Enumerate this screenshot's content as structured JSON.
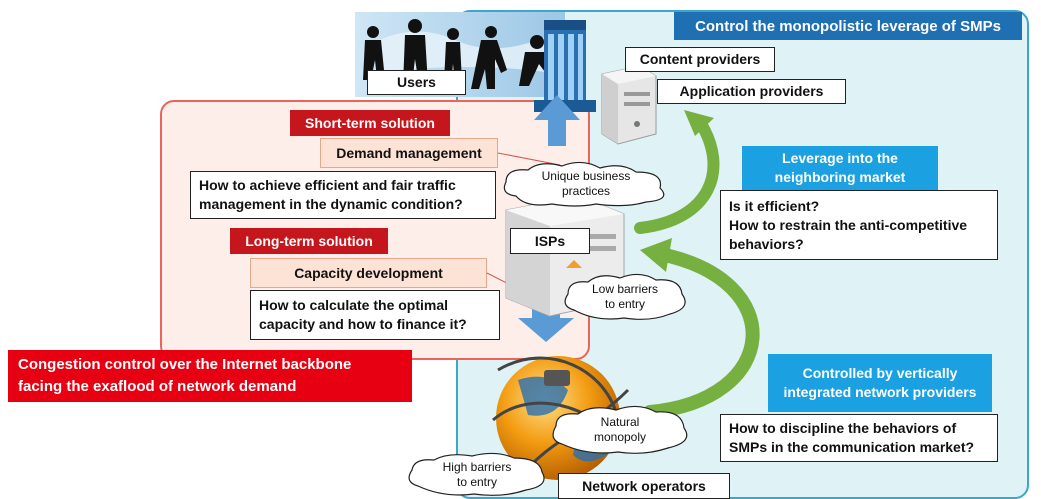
{
  "title": "Control the monopolistic leverage of SMPs",
  "users_label": "Users",
  "content_providers": "Content providers",
  "application_providers": "Application providers",
  "short_term": {
    "badge": "Short-term solution",
    "topic": "Demand management",
    "question_line1": "How to achieve efficient and fair traffic",
    "question_line2": "management in the dynamic condition?"
  },
  "long_term": {
    "badge": "Long-term solution",
    "topic": "Capacity development",
    "question_line1": "How to calculate the optimal",
    "question_line2": "capacity and how to finance it?"
  },
  "congestion_line1": "Congestion control over the Internet backbone",
  "congestion_line2": "facing the exaflood of network demand",
  "isps_label": "ISPs",
  "cloud_unique_line1": "Unique business",
  "cloud_unique_line2": "practices",
  "cloud_low_line1": "Low barriers",
  "cloud_low_line2": "to entry",
  "cloud_natural_line1": "Natural",
  "cloud_natural_line2": "monopoly",
  "cloud_high_line1": "High barriers",
  "cloud_high_line2": "to entry",
  "leverage": {
    "badge_line1": "Leverage into the",
    "badge_line2": "neighboring market",
    "q_line1": "Is it efficient?",
    "q_line2": "How to restrain the anti-competitive",
    "q_line3": "behaviors?"
  },
  "controlled": {
    "badge_line1": "Controlled by vertically",
    "badge_line2": "integrated network providers",
    "q_line1": "How to discipline the behaviors of",
    "q_line2": "SMPs in the communication market?"
  },
  "network_operators": "Network operators",
  "colors": {
    "panel_right_bg": "#dff3f7",
    "panel_right_border": "#3ea6c8",
    "panel_left_bg": "#fdeeea",
    "panel_left_border": "#e9645a",
    "title_bar": "#1f6fb3",
    "red_badge": "#c4161c",
    "congestion_red": "#e60012",
    "blue_badge": "#1ba1e2",
    "arrow_blue": "#5b9bd5",
    "arrow_green": "#76b041"
  },
  "icons": [
    "business-people-icon",
    "office-building-icon",
    "server-icon",
    "isp-server-icon",
    "globe-cable-icon",
    "up-arrow-icon",
    "down-arrow-icon",
    "green-curved-arrow-icon",
    "cloud-icon"
  ]
}
